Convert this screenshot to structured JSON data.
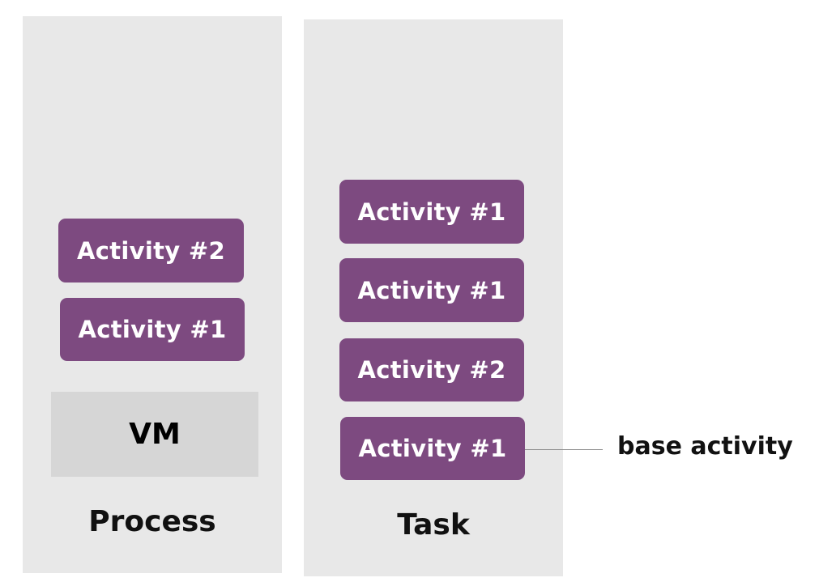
{
  "colors": {
    "panel_bg": "#e8e8e8",
    "activity_bg": "#7d4a80",
    "activity_text": "#ffffff",
    "vm_bg": "#d6d6d6"
  },
  "process": {
    "activities": [
      "Activity #2",
      "Activity #1"
    ],
    "vm_label": "VM",
    "caption": "Process"
  },
  "task": {
    "activities": [
      "Activity #1",
      "Activity #1",
      "Activity #2",
      "Activity #1"
    ],
    "caption": "Task"
  },
  "annotation": {
    "label": "base activity"
  }
}
